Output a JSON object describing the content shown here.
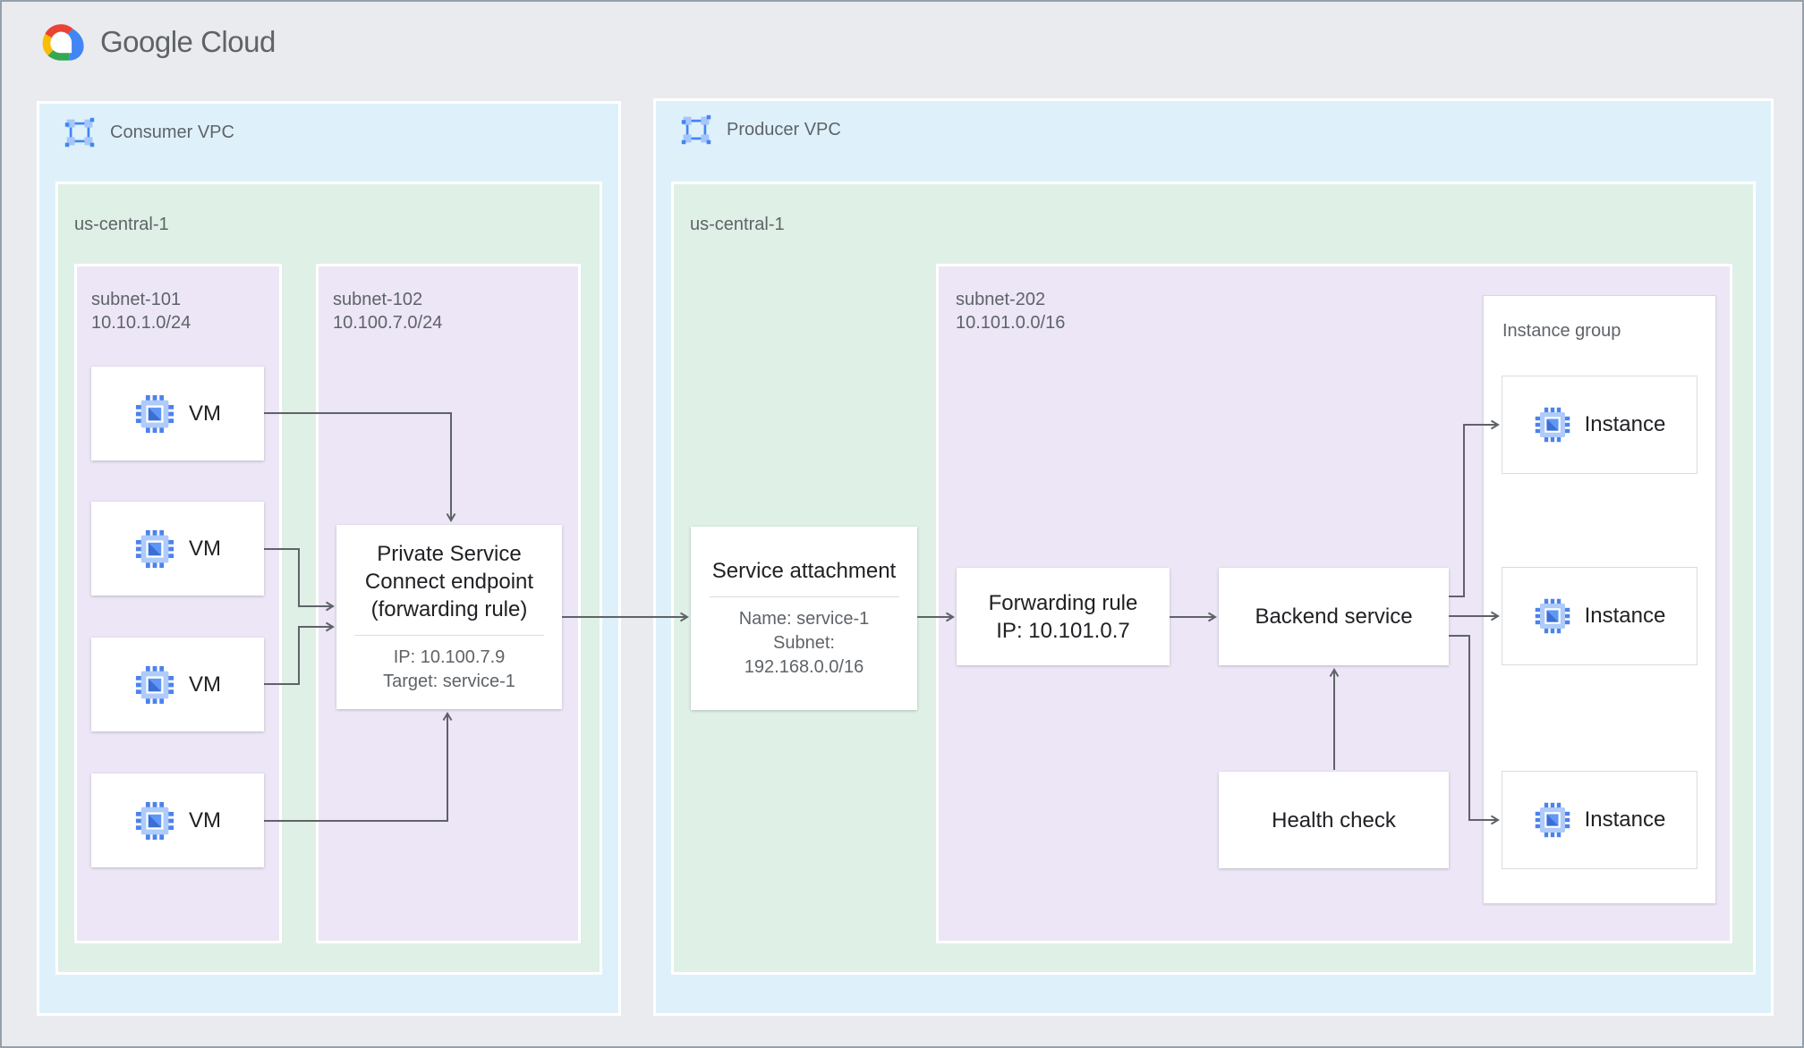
{
  "logo": {
    "text": "Google Cloud"
  },
  "colors": {
    "canvas_bg": "#E9EBEE",
    "vpc_bg": "#DEF1FB",
    "region_bg": "#DFF0E6",
    "subnet_bg": "#ECE6F6",
    "node_bg": "#FFFFFF",
    "arrow": "#5F6368",
    "text_primary": "#202124",
    "text_secondary": "#5F6368",
    "icon_blue": "#4285F4",
    "icon_blue_light": "#AECBFA",
    "logo_red": "#EA4335",
    "logo_yellow": "#FBBC04",
    "logo_green": "#34A853",
    "logo_blue": "#4285F4"
  },
  "consumer": {
    "vpc_label": "Consumer VPC",
    "region_label": "us-central-1",
    "subnet101": {
      "name": "subnet-101",
      "cidr": "10.10.1.0/24"
    },
    "subnet102": {
      "name": "subnet-102",
      "cidr": "10.100.7.0/24"
    },
    "vms": [
      {
        "label": "VM"
      },
      {
        "label": "VM"
      },
      {
        "label": "VM"
      },
      {
        "label": "VM"
      }
    ],
    "psc": {
      "title": "Private Service Connect endpoint (forwarding rule)",
      "ip": "IP: 10.100.7.9",
      "target": "Target: service-1"
    }
  },
  "producer": {
    "vpc_label": "Producer VPC",
    "region_label": "us-central-1",
    "service_attachment": {
      "title": "Service attachment",
      "line1": "Name: service-1",
      "line2": "Subnet:",
      "line3": "192.168.0.0/16"
    },
    "subnet202": {
      "name": "subnet-202",
      "cidr": "10.101.0.0/16"
    },
    "forwarding_rule": {
      "line1": "Forwarding rule",
      "line2": "IP: 10.101.0.7"
    },
    "backend_service": {
      "label": "Backend service"
    },
    "health_check": {
      "label": "Health check"
    },
    "instance_group": {
      "label": "Instance group",
      "instances": [
        {
          "label": "Instance"
        },
        {
          "label": "Instance"
        },
        {
          "label": "Instance"
        }
      ]
    }
  }
}
